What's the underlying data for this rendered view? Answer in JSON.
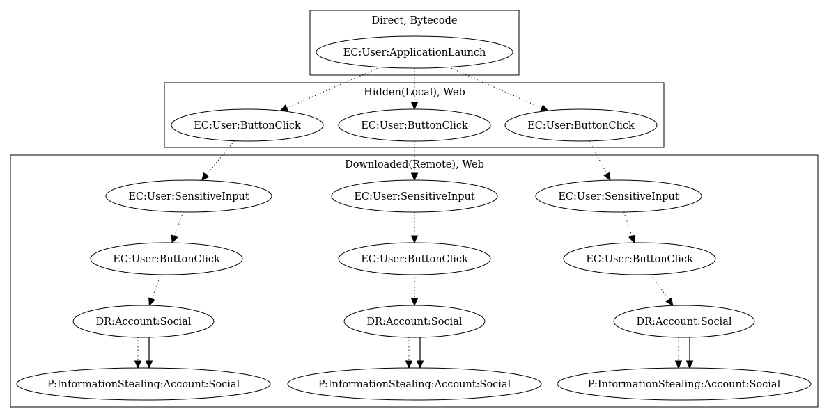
{
  "clusters": [
    {
      "id": "direct",
      "label": "Direct, Bytecode"
    },
    {
      "id": "hidden",
      "label": "Hidden(Local), Web"
    },
    {
      "id": "downloaded",
      "label": "Downloaded(Remote), Web"
    }
  ],
  "nodes": [
    {
      "id": "launch",
      "label": "EC:User:ApplicationLaunch"
    },
    {
      "id": "h1",
      "label": "EC:User:ButtonClick"
    },
    {
      "id": "h2",
      "label": "EC:User:ButtonClick"
    },
    {
      "id": "h3",
      "label": "EC:User:ButtonClick"
    },
    {
      "id": "s1",
      "label": "EC:User:SensitiveInput"
    },
    {
      "id": "s2",
      "label": "EC:User:SensitiveInput"
    },
    {
      "id": "s3",
      "label": "EC:User:SensitiveInput"
    },
    {
      "id": "b1",
      "label": "EC:User:ButtonClick"
    },
    {
      "id": "b2",
      "label": "EC:User:ButtonClick"
    },
    {
      "id": "b3",
      "label": "EC:User:ButtonClick"
    },
    {
      "id": "d1",
      "label": "DR:Account:Social"
    },
    {
      "id": "d2",
      "label": "DR:Account:Social"
    },
    {
      "id": "d3",
      "label": "DR:Account:Social"
    },
    {
      "id": "p1",
      "label": "P:InformationStealing:Account:Social"
    },
    {
      "id": "p2",
      "label": "P:InformationStealing:Account:Social"
    },
    {
      "id": "p3",
      "label": "P:InformationStealing:Account:Social"
    }
  ],
  "edges": [
    {
      "from": "launch",
      "to": "h1",
      "style": "dotted"
    },
    {
      "from": "launch",
      "to": "h2",
      "style": "dotted"
    },
    {
      "from": "launch",
      "to": "h3",
      "style": "dotted"
    },
    {
      "from": "h1",
      "to": "s1",
      "style": "dotted"
    },
    {
      "from": "h2",
      "to": "s2",
      "style": "dotted"
    },
    {
      "from": "h3",
      "to": "s3",
      "style": "dotted"
    },
    {
      "from": "s1",
      "to": "b1",
      "style": "dotted"
    },
    {
      "from": "s2",
      "to": "b2",
      "style": "dotted"
    },
    {
      "from": "s3",
      "to": "b3",
      "style": "dotted"
    },
    {
      "from": "b1",
      "to": "d1",
      "style": "dotted"
    },
    {
      "from": "b2",
      "to": "d2",
      "style": "dotted"
    },
    {
      "from": "b3",
      "to": "d3",
      "style": "dotted"
    },
    {
      "from": "d1",
      "to": "p1",
      "style": "dotted"
    },
    {
      "from": "d1",
      "to": "p1",
      "style": "solid"
    },
    {
      "from": "d2",
      "to": "p2",
      "style": "dotted"
    },
    {
      "from": "d2",
      "to": "p2",
      "style": "solid"
    },
    {
      "from": "d3",
      "to": "p3",
      "style": "dotted"
    },
    {
      "from": "d3",
      "to": "p3",
      "style": "solid"
    }
  ]
}
